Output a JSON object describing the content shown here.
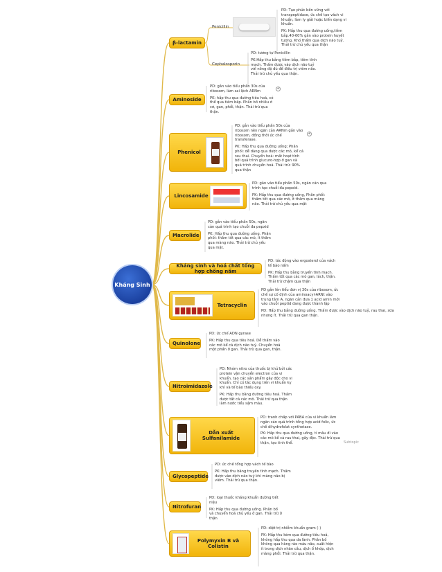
{
  "root": {
    "label": "Kháng Sinh"
  },
  "blactam": {
    "label": "β-lactamin",
    "penicillin": {
      "label": "Penicillin",
      "pd": "PD: Tạo phức bền vững với transpeptidase, ức chế tạo vách vi khuẩn, làm ly giải hoặc biến dạng vi khuẩn.",
      "pk": "PK: Hấp thu qua đường uống,tiêm bắp.40-60% gắn vào protein huyết tương. Khó thấm qua dịch não tuỷ. Thải trừ chủ yếu qua thận"
    },
    "cephalosporin": {
      "label": "Cephalosporin",
      "pd": "PD: tương tự Penicillin",
      "pk": "PK:Hấp thu bằng tiêm bắp, tiêm tĩnh mạch. Thấm được vào dịch não tuỷ với nồng độ đủ để điều trị viêm não. Thải trừ chủ yếu qua thận."
    }
  },
  "aminoside": {
    "label": "Aminoside",
    "pd": "PD: gắn vào tiểu phần 30s của ribosom, làm sai lệch ARNm",
    "pk": "PK: hấp thu qua đường tiêu hoá, có thể qua tiêm bắp. Phân bố nhiều ở cơ, gan, phổi, thận. Thải trừ qua thận."
  },
  "phenicol": {
    "label": "Phenicol",
    "pd": "PD: gắn vào tiểu phần 50s của ribosom nên ngăn cản ARNm gắn vào ribosom, đồng thời ức chế transferase.",
    "pk": "PK: Hấp thu qua đường uống; Phân phối: dễ dàng qua được các mô, kể cả rau thai. Chuyển hoá: mất hoạt tính bởi quá trình glucuro-hợp ở gan và quá trình chuyển hoá. Thải trừ: 90% qua thận"
  },
  "lincosamide": {
    "label": "Lincosamide",
    "pd": "PD: gắn vào tiểu phần 50s, ngăn cản qua trình tạo chuỗi đa pepxid.",
    "pk": "PK: Hấp thu qua đường uống, Phân phối: thấm tốt qua các mô, ít thấm qua màng não. Thải trừ chủ yếu qua mật"
  },
  "macrolide": {
    "label": "Macrolide",
    "pd": "PD: gắn vào tiểu phần 50s, ngăn cản quá trình tạo chuỗi đa pepxid",
    "pk": "PK: Hấp thu qua đường uống. Phân phối: thấm tốt qua các mô, ít thấm qua màng não. Thải trừ chủ yếu qua mật."
  },
  "synthetic": {
    "label": "Kháng sinh và hoá chất tổng hợp chống nấm",
    "pd": "PD: tác động vào ergosterol của vách tế bào nấm",
    "pk": "PK: Hấp thu bằng truyền tĩnh mạch. Thấm tốt qua các mô gan, lách, thận. Thải trừ chậm qua thận"
  },
  "tetracyclin": {
    "label": "Tetracyclin",
    "pd": "PD gắn lên tiểu đơn vị 30s của ribosom, ức chế sự cố định của aminoacyl-ARNt vào trung tâm A, ngăn cản đưa 1 acid amin mới vào chuỗi peptid đang được thành lập",
    "pk": "PD: Hấp thu bằng đường uống. Thấm được vào dịch não tuỷ, rau thai, sữa nhưng ít. Thải trừ qua gan thận."
  },
  "quinolone": {
    "label": "Quinolone",
    "pd": "PD: ức chế ADN gyrase",
    "pk": "PK: Hấp thu qua tiêu hoá. Dễ thấm vào các mô kể cả dịch não tuỷ. Chuyển hoá một phần ở gan. Thải trừ qua gan, thận."
  },
  "nitroimidazole": {
    "label": "Nitroimidazole",
    "pd": "PD: Nhóm nitro của thuốc bị khử bởi các protein vận chuyển electron của vi khuẩn, tạo các sản phẩm gây độc cho vi khuẩn. Chỉ có tác dụng trên vi khuẩn kỵ khí và tế bào thiếu oxy.",
    "pk": "PK: Hấp thu bằng đường tiêu hoá. Thấm được tất cả các mô. Thải trừ qua thận làm nước tiểu sậm màu."
  },
  "sulfanilamide": {
    "label": "Dẫn xuất Sulfanilamide",
    "pd": "PD: tranh chấp với PABA của vi khuẩn làm ngăn cản quá trình tổng hợp acid folic, ức chế dihydrofolat synthetase.",
    "pk": "PK: Hấp thu qua đường uống, tỉ mâu đi vào các mô kể cả rau thai, gây độc. Thải trừ qua thận, tạo tinh thể.",
    "extra": "Subtopic"
  },
  "glycopeptide": {
    "label": "Glycopeptide",
    "pd": "PD: ức chế tổng hợp vách tế bào",
    "pk": "PK: Hấp thu bằng truyền tĩnh mạch. Thấm được vào dịch não tuỷ khi màng não bị viêm. Thải trừ qua thận."
  },
  "nitrofuran": {
    "label": "Nitrofuran",
    "pd": "PD: loại thuốc kháng khuẩn đường tiết niệu",
    "pk": "PK: Hấp thu qua đường uống. Phân bố và chuyển hoá chủ yếu ở gan. Thải trừ ở thận"
  },
  "polymyxin": {
    "label": "Polymyxin B và Colistin",
    "pd": "PD: diệt trị nhiễm khuẩn gram (-)",
    "pk": "PK: Hấp thu kém qua đường tiêu hoá, không hấp thu qua da lành. Phân bố không qua hàng rào máu não, xuất hiện ít trong dịch nhãn cầu, dịch ổ khớp, dịch màng phổi. Thải trừ qua thận."
  },
  "colors": {
    "branch": "#f5c518",
    "root": "#123a9c",
    "line": "#e0b94a"
  }
}
